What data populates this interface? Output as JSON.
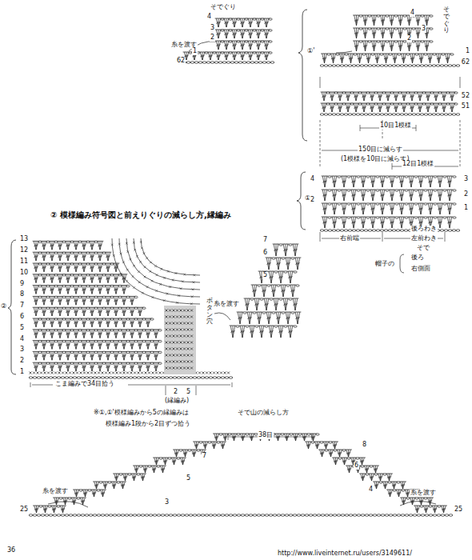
{
  "diagram": {
    "title": "② 模様編み符号図と前えりぐりの減らし方,縁編み",
    "labels": [
      "そでぐり",
      "4",
      "3",
      "2",
      "糸を渡す",
      "1",
      "62",
      "そでぐり",
      "4",
      "3",
      "2",
      "1",
      "62",
      "①'",
      "52",
      "51",
      "10目1模様",
      "150目に減らす",
      "(1模様を10目に減らす)",
      "12目1模様",
      "①",
      "4",
      "2",
      "3",
      "2",
      "1",
      "右前端",
      "後ろわき",
      "左前わき",
      "そで",
      "帽子の",
      "後ろ",
      "右側面",
      "②",
      "13",
      "12",
      "11",
      "10",
      "9",
      "8",
      "7",
      "6",
      "5",
      "4",
      "3",
      "2",
      "1",
      "ボタン穴",
      "こま編みで34目拾う",
      "2",
      "5",
      "(縁編み)",
      "7",
      "6",
      "5",
      "糸を渡す",
      "※①,①'模様編みから5の縁編みは",
      "模様編み1段から2目ずつ拾う",
      "そで山の減らし方",
      "38目",
      "7",
      "5",
      "3",
      "8",
      "6",
      "4",
      "糸を渡す",
      "糸を渡す",
      "25",
      "25",
      "36",
      "http://www.liveinternet.ru/users/3149611/"
    ]
  }
}
